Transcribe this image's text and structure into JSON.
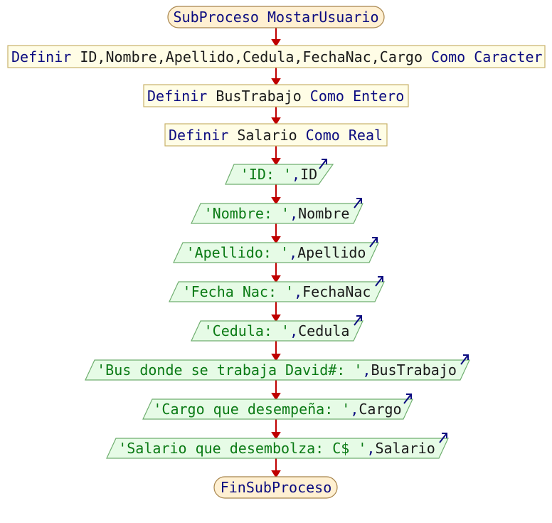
{
  "flowchart": {
    "start": {
      "text": "SubProceso MostarUsuario"
    },
    "definitions": [
      {
        "keyword": "Definir",
        "vars": " ID,Nombre,Apellido,Cedula,FechaNac,Cargo ",
        "type": "Como Caracter"
      },
      {
        "keyword": "Definir",
        "vars": " BusTrabajo ",
        "type": "Como Entero"
      },
      {
        "keyword": "Definir",
        "vars": " Salario ",
        "type": "Como Real"
      }
    ],
    "outputs": [
      {
        "literal": "'ID: '",
        "sep": ",",
        "var": "ID"
      },
      {
        "literal": "'Nombre: '",
        "sep": ",",
        "var": "Nombre"
      },
      {
        "literal": "'Apellido: '",
        "sep": ",",
        "var": "Apellido"
      },
      {
        "literal": "'Fecha Nac: '",
        "sep": ",",
        "var": "FechaNac"
      },
      {
        "literal": "'Cedula: '",
        "sep": ",",
        "var": "Cedula"
      },
      {
        "literal": "'Bus donde se trabaja David#: '",
        "sep": ",",
        "var": "BusTrabajo"
      },
      {
        "literal": "'Cargo que desempeña: '",
        "sep": ",",
        "var": "Cargo"
      },
      {
        "literal": "'Salario que desembolza: C$ '",
        "sep": ",",
        "var": "Salario"
      }
    ],
    "end": {
      "text": "FinSubProceso"
    }
  },
  "colors": {
    "terminal_fill": "#fff0d2",
    "terminal_stroke": "#a8854c",
    "define_fill": "#fffde6",
    "define_stroke": "#c9b26a",
    "output_fill": "#e6fbe6",
    "output_stroke": "#6fae6f",
    "arrow": "#bf0000",
    "keyword": "#0b0b80",
    "string": "#0a7a14",
    "text": "#1a1a1a",
    "output_arrow": "#0b0b80"
  }
}
